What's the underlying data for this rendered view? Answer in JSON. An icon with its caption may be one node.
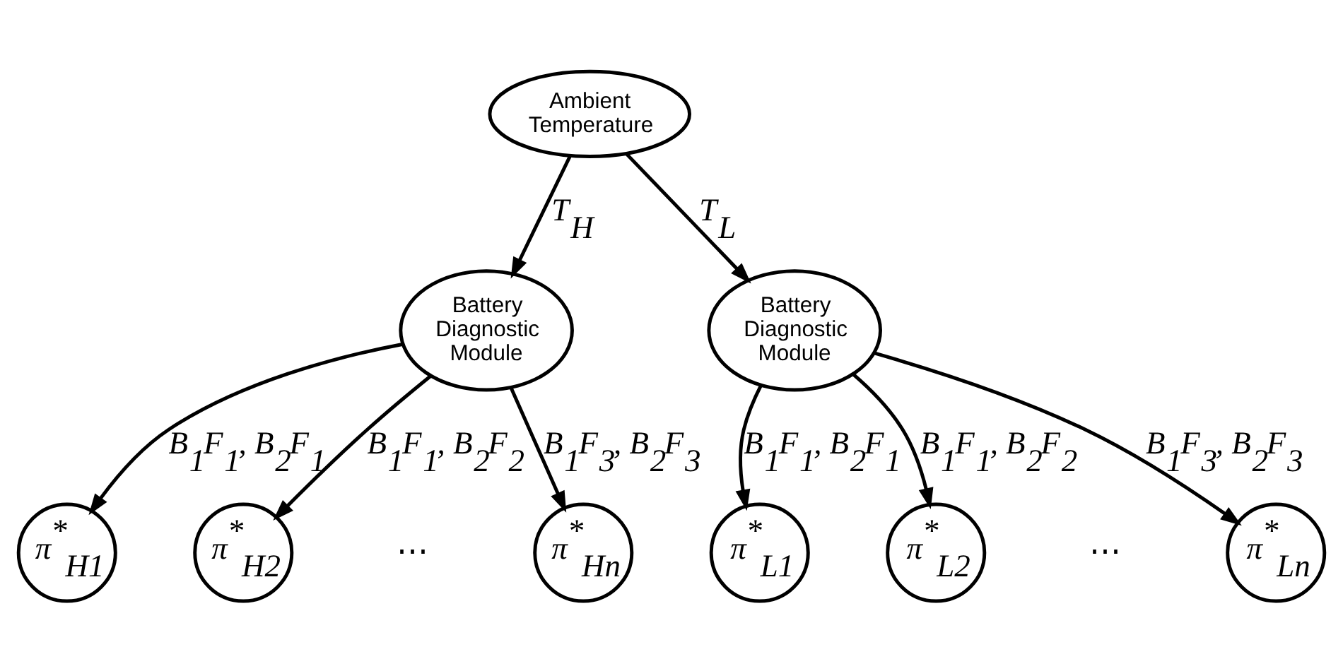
{
  "diagram": {
    "nodes": [
      {
        "text": [
          "Ambient Temperature"
        ]
      },
      {
        "text": [
          "Battery Diagnostic Module"
        ]
      },
      {
        "text": [
          "Battery Diagnostic Module"
        ]
      },
      {
        "text": [
          "π$^{*}$$_{H1}$"
        ]
      },
      {
        "text": [
          "π$^{*}$$_{H2}$"
        ]
      },
      {
        "text": [
          "π$^{*}$$_{Hn}$"
        ]
      },
      {
        "text": [
          "π$^{*}$$_{L1}$"
        ]
      },
      {
        "text": [
          "π$^{*}$$_{L2}$"
        ]
      },
      {
        "text": [
          "π$^{*}$$_{Ln}$"
        ]
      }
    ],
    "edges": [
      {
        "from": 0,
        "to": 1,
        "arrow": "to",
        "label": "T$_{H}$"
      },
      {
        "from": 0,
        "to": 2,
        "arrow": "to",
        "label": "T$_{L}$"
      },
      {
        "from": 1,
        "to": 3,
        "arrow": "to",
        "label": "B$_{1}$F$_{1}$, B$_{2}$F$_{1}$"
      },
      {
        "from": 1,
        "to": 4,
        "arrow": "to",
        "label": "B$_{1}$F$_{1}$, B$_{2}$F$_{2}$"
      },
      {
        "from": 1,
        "to": 5,
        "arrow": "to",
        "label": "B$_{1}$F$_{3}$, B$_{2}$F$_{3}$"
      },
      {
        "from": 2,
        "to": 6,
        "arrow": "to",
        "label": "B$_{1}$F$_{1}$, B$_{2}$F$_{1}$"
      },
      {
        "from": 2,
        "to": 7,
        "arrow": "to",
        "label": "B$_{1}$F$_{1}$, B$_{2}$F$_{2}$"
      },
      {
        "from": 2,
        "to": 8,
        "arrow": "to",
        "label": "B$_{1}$F$_{3}$, B$_{2}$F$_{3}$"
      }
    ],
    "labels": [
      "⋯",
      "⋯"
    ]
  }
}
